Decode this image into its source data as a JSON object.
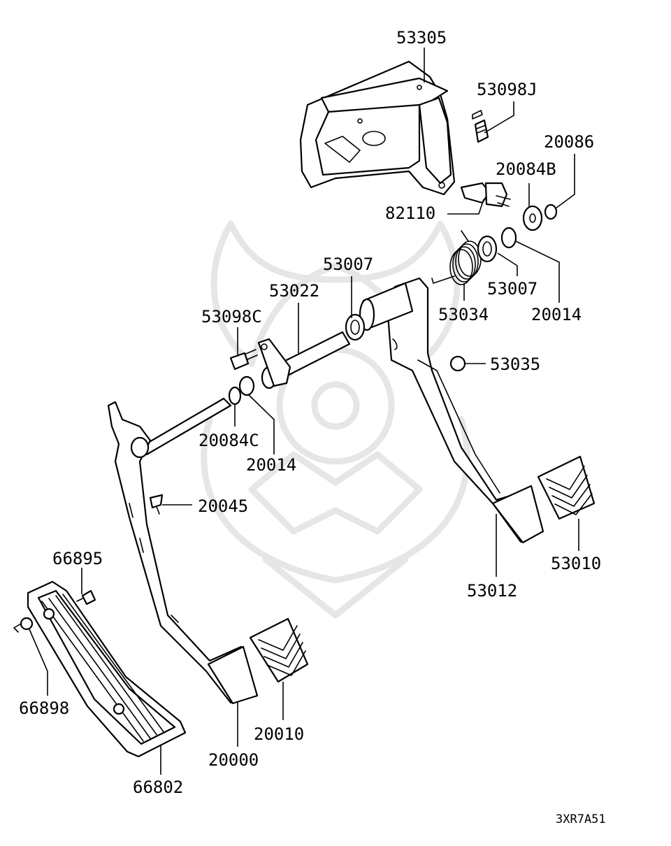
{
  "diagram": {
    "labels": {
      "p53305": "53305",
      "p53098J": "53098J",
      "p20086": "20086",
      "p20084B": "20084B",
      "p82110": "82110",
      "p53007a": "53007",
      "p53022": "53022",
      "p53098C": "53098C",
      "p53034": "53034",
      "p53007b": "53007",
      "p20014a": "20014",
      "p53035": "53035",
      "p20084C": "20084C",
      "p20014b": "20014",
      "p20045": "20045",
      "p66895": "66895",
      "p53010": "53010",
      "p53012": "53012",
      "p66898": "66898",
      "p20010": "20010",
      "p20000": "20000",
      "p66802": "66802"
    },
    "figure_code": "3XR7A51"
  },
  "colors": {
    "line": "#000000",
    "watermark": "#e6e6e6",
    "background": "#ffffff"
  }
}
